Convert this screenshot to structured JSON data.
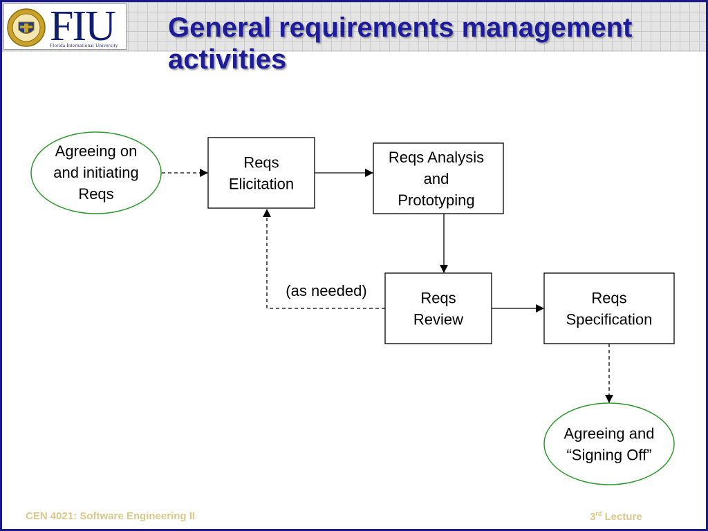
{
  "header": {
    "logo_text": "FIU",
    "logo_subtitle": "Florida International University",
    "title": "General requirements management activities"
  },
  "diagram": {
    "nodes": {
      "start": {
        "lines": [
          "Agreeing on",
          "and initiating",
          "Reqs"
        ]
      },
      "elicitation": {
        "lines": [
          "Reqs",
          "Elicitation"
        ]
      },
      "analysis": {
        "lines": [
          "Reqs Analysis",
          "and",
          "Prototyping"
        ]
      },
      "review": {
        "lines": [
          "Reqs",
          "Review"
        ]
      },
      "specification": {
        "lines": [
          "Reqs",
          "Specification"
        ]
      },
      "signoff": {
        "lines": [
          "Agreeing and",
          "“Signing Off”"
        ]
      }
    },
    "edge_label": "(as needed)",
    "colors": {
      "ellipse_border": "#2a9a2a",
      "box_border": "#000000",
      "arrow": "#000000"
    }
  },
  "footer": {
    "course": "CEN 4021: Software Engineering II",
    "lecture_number": "3",
    "lecture_suffix": "rd",
    "lecture_word": "Lecture"
  }
}
